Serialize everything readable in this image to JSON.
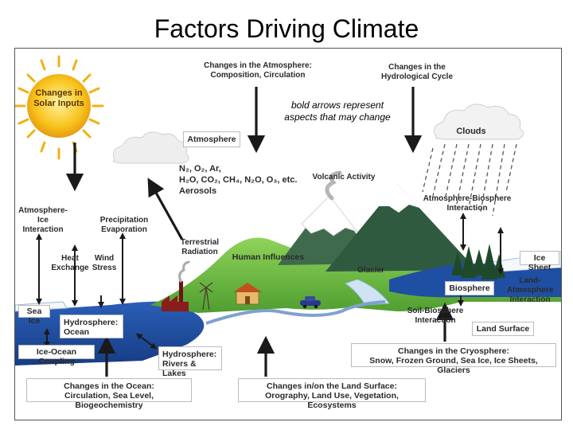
{
  "title": "Factors Driving Climate",
  "note": {
    "line1": "bold arrows represent",
    "line2": "aspects that may change"
  },
  "sun": {
    "line1": "Changes in",
    "line2": "Solar Inputs"
  },
  "labels": {
    "atmosphere_changes_1": "Changes in the Atmosphere:",
    "atmosphere_changes_2": "Composition, Circulation",
    "hydro_cycle_1": "Changes in the",
    "hydro_cycle_2": "Hydrological Cycle",
    "clouds": "Clouds",
    "atmosphere": "Atmosphere",
    "volcanic": "Volcanic Activity",
    "atm_bio_1": "Atmosphere-Biosphere",
    "atm_bio_2": "Interaction",
    "atm_ice_1": "Atmosphere-",
    "atm_ice_2": "Ice",
    "atm_ice_3": "Interaction",
    "precip_1": "Precipitation",
    "precip_2": "Evaporation",
    "terrestrial_1": "Terrestrial",
    "terrestrial_2": "Radiation",
    "heat_1": "Heat",
    "heat_2": "Exchange",
    "wind_1": "Wind",
    "wind_2": "Stress",
    "human": "Human Influences",
    "glacier": "Glacier",
    "ice_sheet": "Ice Sheet",
    "biosphere": "Biosphere",
    "land_atm_1": "Land-",
    "land_atm_2": "Atmosphere",
    "land_atm_3": "Interaction",
    "sea_ice": "Sea Ice",
    "hydro_ocean_1": "Hydrosphere:",
    "hydro_ocean_2": "Ocean",
    "soil_bio_1": "Soil-Biosphere",
    "soil_bio_2": "Interaction",
    "land_surface": "Land Surface",
    "ice_ocean": "Ice-Ocean Coupling",
    "hydro_rivers_1": "Hydrosphere:",
    "hydro_rivers_2": "Rivers & Lakes",
    "cryo_1": "Changes in the Cryosphere:",
    "cryo_2": "Snow, Frozen Ground, Sea Ice, Ice Sheets, Glaciers",
    "ocean_1": "Changes in the Ocean:",
    "ocean_2": "Circulation, Sea Level, Biogeochemistry",
    "land_changes_1": "Changes in/on the Land Surface:",
    "land_changes_2": "Orography, Land Use, Vegetation, Ecosystems"
  },
  "composition": {
    "line1": "N₂, O₂, Ar,",
    "line2": "H₂O, CO₂, CH₄, N₂O, O₃, etc.",
    "line3": "Aerosols"
  },
  "colors": {
    "sky": "#ffffff",
    "ocean": "#1f4fa3",
    "land_green": "#6fbf44",
    "mountain_dark": "#2f5a40",
    "sun": "#f7c21a",
    "arrow": "#1a1a1a"
  }
}
